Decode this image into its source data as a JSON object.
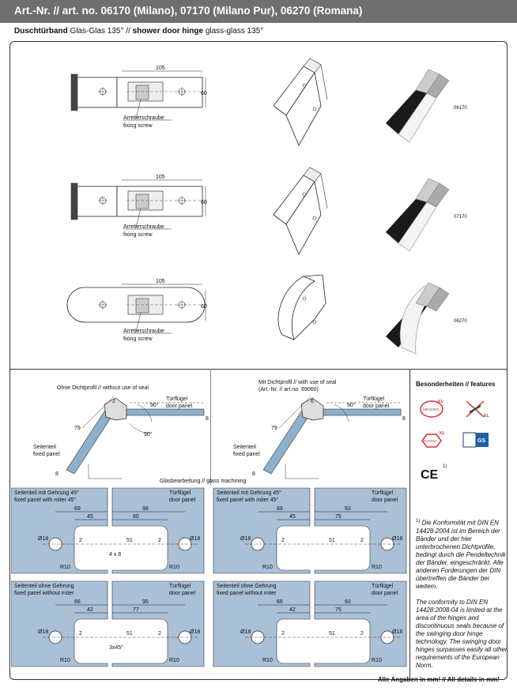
{
  "header": {
    "title": "Art.-Nr. // art. no. 06170 (Milano), 07170 (Milano Pur), 06270 (Romana)"
  },
  "subtitle": {
    "de_bold": "Duschtürband",
    "de_rest": " Glas-Glas 135° // ",
    "en_bold": "shower door hinge",
    "en_rest": " glass-glass 135°"
  },
  "products": [
    {
      "code": "06170",
      "dim_width": "105",
      "dim_height": "60",
      "screw_de": "Arretierschraube",
      "screw_en": "fixing screw"
    },
    {
      "code": "07170",
      "dim_width": "105",
      "dim_height": "60",
      "screw_de": "Arretierschraube",
      "screw_en": "fixing screw"
    },
    {
      "code": "06270",
      "dim_width": "105",
      "dim_height": "60",
      "screw_de": "Arretierschraube",
      "screw_en": "fixing screw"
    }
  ],
  "section_left": {
    "title": "Ohne Dichtprofil // without use of seal",
    "angle_a": "90°",
    "angle_b": "90°",
    "dim_79": "79",
    "dim_2": "2",
    "dim_8a": "8",
    "dim_8b": "8",
    "fixed_de": "Seitenteil",
    "fixed_en": "fixed panel",
    "door_de": "Türflügel",
    "door_en": "door panel"
  },
  "section_mid": {
    "title1": "Mit Dichtprofil // with use of seal",
    "title2": "(Art.-Nr. // art.no. 69060)",
    "angle_a": "90°",
    "dim_79": "79",
    "dim_6": "6",
    "dim_8a": "8",
    "dim_8b": "8",
    "fixed_de": "Seitenteil",
    "fixed_en": "fixed panel",
    "door_de": "Türflügel",
    "door_en": "door panel"
  },
  "machining_title": "Glasbearbeitung // glass machining",
  "machining": [
    {
      "fixed_de": "Seitenteil mit Gehrung 45°",
      "fixed_en": "fixed panel with miter 45°",
      "door_de": "Türflügel",
      "door_en": "door panel",
      "d1": "69",
      "d2": "45",
      "d3": "98",
      "d4": "80",
      "c1": "2",
      "c2": "51",
      "c3": "2",
      "hole_l": "Ø18",
      "hole_r": "Ø18",
      "r_l": "R10",
      "r_r": "R10",
      "extra": "4 x 8"
    },
    {
      "fixed_de": "Seitenteil mit Gehrung 45°",
      "fixed_en": "fixed panel with miter 45°",
      "door_de": "Türflügel",
      "door_en": "door panel",
      "d1": "69",
      "d2": "45",
      "d3": "93",
      "d4": "75",
      "c1": "2",
      "c2": "51",
      "c3": "2",
      "hole_l": "Ø18",
      "hole_r": "Ø18",
      "r_l": "R10",
      "r_r": "R10",
      "extra": ""
    },
    {
      "fixed_de": "Seitenteil ohne Gehrung",
      "fixed_en": "fixed panel without miter",
      "door_de": "Türflügel",
      "door_en": "door panel",
      "d1": "66",
      "d2": "42",
      "d3": "95",
      "d4": "77",
      "c1": "2",
      "c2": "51",
      "c3": "2",
      "hole_l": "Ø18",
      "hole_r": "Ø18",
      "r_l": "R10",
      "r_r": "R10",
      "extra": "3x45°"
    },
    {
      "fixed_de": "Seitenteil ohne Gehrung",
      "fixed_en": "fixed panel without miter",
      "door_de": "Türflügel",
      "door_en": "door panel",
      "d1": "66",
      "d2": "42",
      "d3": "93",
      "d4": "75",
      "c1": "2",
      "c2": "51",
      "c3": "2",
      "hole_l": "Ø18",
      "hole_r": "Ø18",
      "r_l": "R10",
      "r_r": "R10",
      "extra": ""
    }
  ],
  "features": {
    "title": "Besonderheiten // features",
    "ce": "CE",
    "ce_note": "1)",
    "badge_messing": "MESSING",
    "badge_kl1": "KL",
    "badge_kl2": "KL",
    "badge_patent": "PATENT",
    "badge_kl3": "KL",
    "badge_gs": "GS"
  },
  "notes": {
    "mark": "1)",
    "de": "Die Konformität mit DIN EN 14428-2004 ist im Bereich der Bänder und der hier unterbrochenen Dichtprofile, bedingt durch die Pendeltechnik der Bänder, eingeschränkt. Alle anderen Forderungen der DIN übertreffen die Bänder bei weitem.",
    "en": "The conformity to DIN EN 14428:2008-04 is limited at the area of the hinges and discontinuous seals because of the swinging door hinge technology. The swinging door hinges surpasses easily all other requirements of the European Norm."
  },
  "footer": "Alle Angaben in mm! // All details in mm!"
}
